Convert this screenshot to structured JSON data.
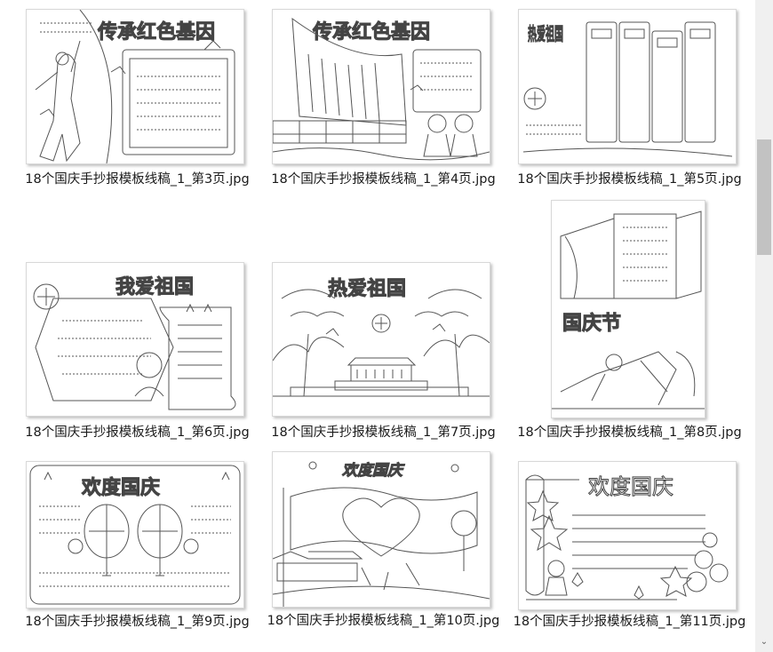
{
  "files": [
    {
      "name": "18个国庆手抄报模板线稿_1_第3页.jpg",
      "title": "传承红色基因",
      "layout": "figure-left"
    },
    {
      "name": "18个国庆手抄报模板线稿_1_第4页.jpg",
      "title": "传承红色基因",
      "layout": "flag-kids"
    },
    {
      "name": "18个国庆手抄报模板线稿_1_第5页.jpg",
      "title": "热爱祖国",
      "layout": "columns"
    },
    {
      "name": "18个国庆手抄报模板线稿_1_第6页.jpg",
      "title": "我爱祖国",
      "layout": "hexagon-scroll"
    },
    {
      "name": "18个国庆手抄报模板线稿_1_第7页.jpg",
      "title": "热爱祖国",
      "layout": "tiananmen"
    },
    {
      "name": "18个国庆手抄报模板线稿_1_第8页.jpg",
      "title": "国庆节",
      "layout": "portrait-soldier"
    },
    {
      "name": "18个国庆手抄报模板线稿_1_第9页.jpg",
      "title": "欢度国庆",
      "layout": "lanterns"
    },
    {
      "name": "18个国庆手抄报模板线稿_1_第10页.jpg",
      "title": "欢度国庆",
      "layout": "heart"
    },
    {
      "name": "18个国庆手抄报模板线稿_1_第11页.jpg",
      "title": "欢度国庆",
      "layout": "stars-balloons"
    }
  ],
  "scrollbar": {
    "up_icon": "chevron-up-icon",
    "down_icon": "chevron-down-icon",
    "down_glyph": "⌄"
  }
}
